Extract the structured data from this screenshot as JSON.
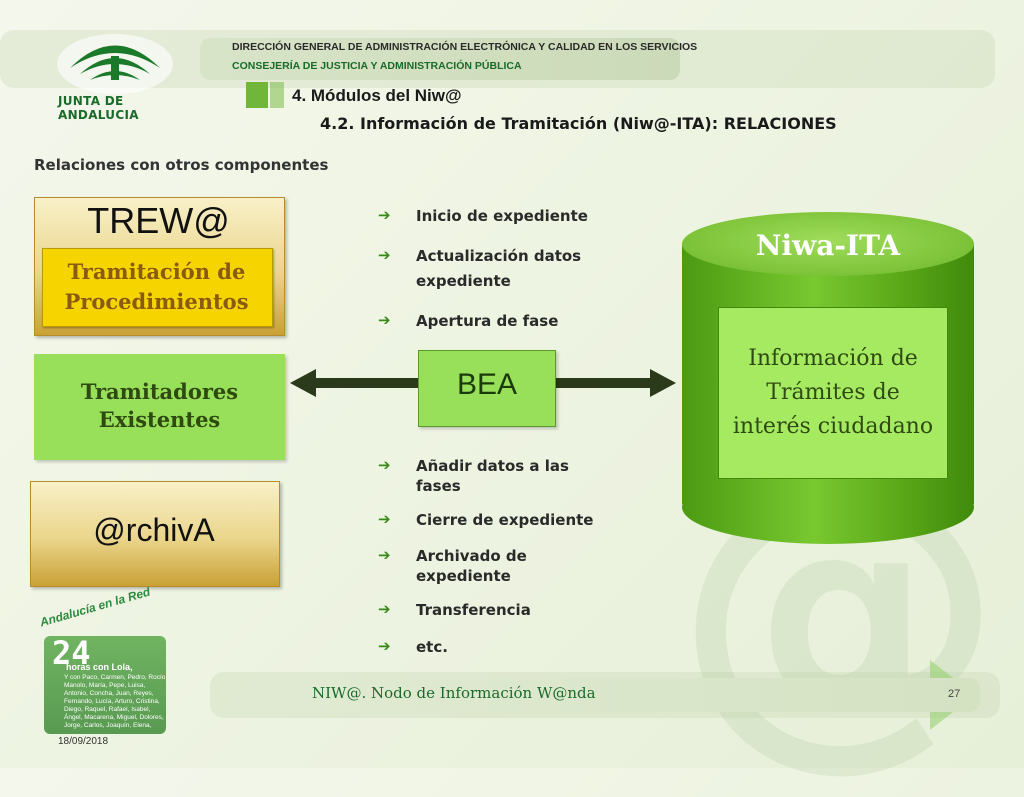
{
  "header": {
    "logo_text": "JUNTA DE ANDALUCIA",
    "line1": "DIRECCIÓN GENERAL DE ADMINISTRACIÓN ELECTRÓNICA Y CALIDAD EN LOS SERVICIOS",
    "line2": "CONSEJERÍA DE JUSTICIA Y ADMINISTRACIÓN PÚBLICA",
    "section": "4. Módulos del Niw@",
    "subsection": "4.2.  Información de Tramitación (Niw@-ITA): RELACIONES"
  },
  "diagram": {
    "heading": "Relaciones con otros componentes",
    "trew": {
      "title": "TREW@",
      "inner_line1": "Tramitación de",
      "inner_line2": "Procedimientos"
    },
    "tramitadores": {
      "line1": "Tramitadores",
      "line2": "Existentes"
    },
    "archiva": {
      "title": "@rchivA"
    },
    "bea": {
      "label": "BEA"
    },
    "niwa": {
      "title": "Niwa-ITA",
      "inner_line1": "Información de",
      "inner_line2": "Trámites de",
      "inner_line3": "interés ciudadano"
    },
    "bullets_top": [
      "Inicio de expediente",
      "Actualización datos expediente",
      "Apertura de fase"
    ],
    "bullets_bottom": [
      "Añadir datos a las fases",
      "Cierre de expediente",
      "Archivado de expediente",
      "Transferencia",
      "etc."
    ],
    "bullet_glyph": "➔"
  },
  "footer": {
    "title": "NIW@. Nodo de Información W@nda",
    "page": "27",
    "date": "18/09/2018"
  },
  "badge": {
    "ring": "Andalucía en la Red",
    "number": "24",
    "hours": "horas con Lola,",
    "names": "Y con Paco, Carmen, Pedro, Rocío, Manolo, María, Pepe, Luisa, Antonio, Concha, Juan, Reyes, Fernando, Lucía, Arturo, Cristina, Diego, Raquel, Rafael, Isabel, Ángel, Macarena, Miguel, Dolores, Jorge, Carlos, Joaquín, Elena, Enrique, Inmaculada, Belén, Laura, Ismael, Ana, Curro, Julio, Rosario, Celia, Fortunato..."
  },
  "colors": {
    "brand_green": "#1a6b2a",
    "box_green": "#98e05a",
    "gold": "#c9a136",
    "yellow": "#f5d400",
    "cylinder": "#5aa818"
  }
}
